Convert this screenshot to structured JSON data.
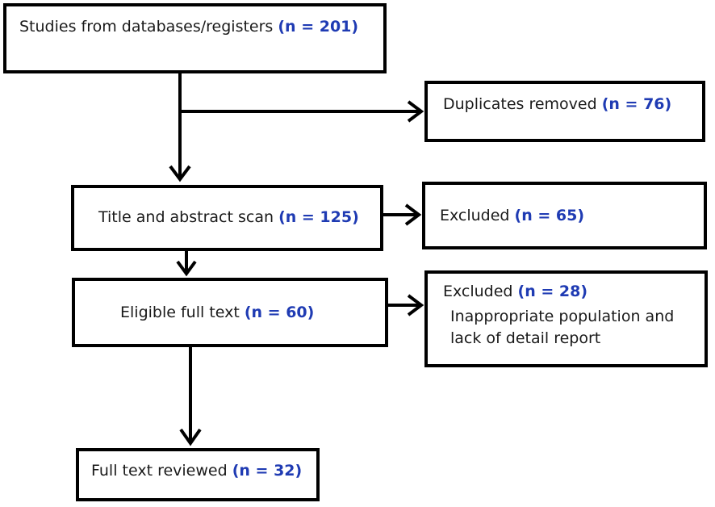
{
  "colors": {
    "count_text": "#1f3bb3",
    "box_border": "#000000",
    "arrow": "#000000"
  },
  "nodes": {
    "identified": {
      "label": "Studies from databases/registers ",
      "count": "(n = 201)"
    },
    "duplicates": {
      "label": "Duplicates removed ",
      "count": "(n = 76)"
    },
    "screened": {
      "label": "Title and abstract scan ",
      "count": "(n = 125)"
    },
    "excluded_screen": {
      "label": "Excluded ",
      "count": "(n = 65)"
    },
    "eligible": {
      "label": "Eligible full text ",
      "count": "(n = 60)"
    },
    "excluded_full": {
      "label": "Excluded ",
      "count": "(n = 28)",
      "reason_line1": "Inappropriate population and",
      "reason_line2": "lack of detail report"
    },
    "reviewed": {
      "label": "Full text reviewed ",
      "count": "(n = 32)"
    }
  }
}
